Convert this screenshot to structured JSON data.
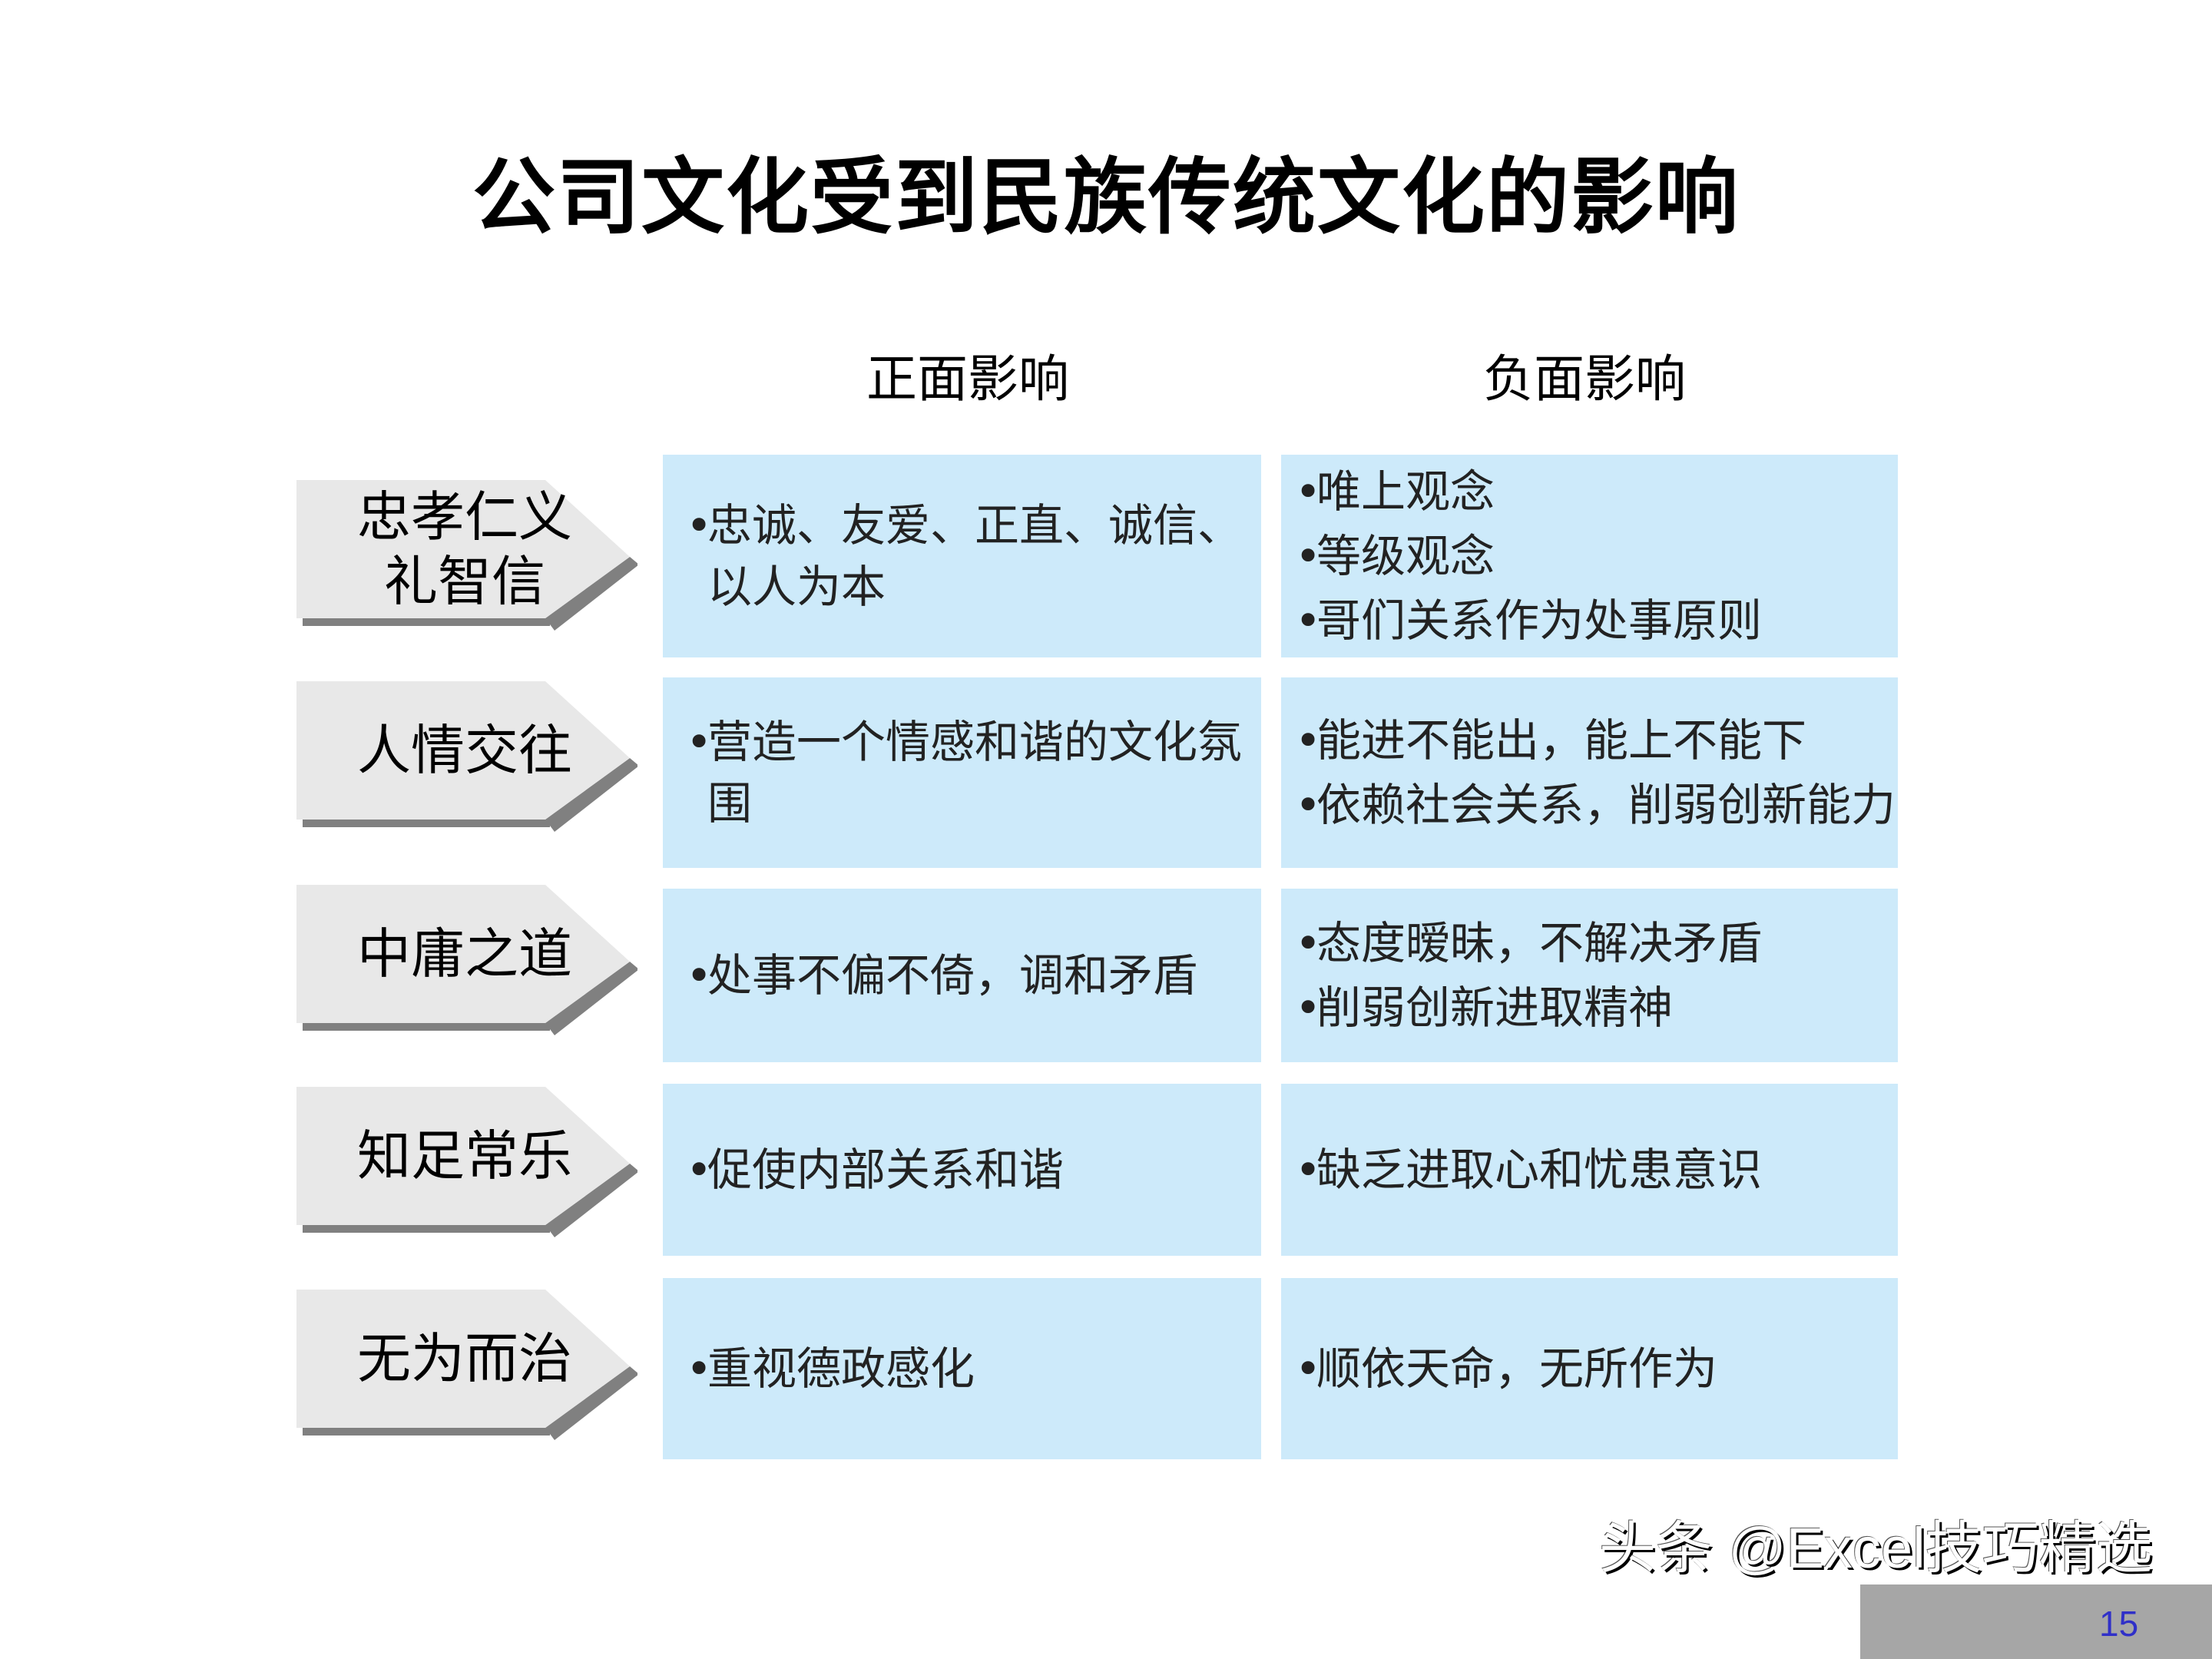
{
  "title": "公司文化受到民族传统文化的影响",
  "headers": {
    "positive": "正面影响",
    "negative": "负面影响"
  },
  "rows": [
    {
      "label": "忠孝仁义礼智信",
      "label_lines": [
        "忠孝仁义",
        "礼智信"
      ],
      "positive": [
        "忠诚、友爱、正直、诚信、以人为本"
      ],
      "negative": [
        "唯上观念",
        "等级观念",
        "哥们关系作为处事原则"
      ]
    },
    {
      "label": "人情交往",
      "label_lines": [
        "人情交往"
      ],
      "positive": [
        "营造一个情感和谐的文化氛围"
      ],
      "negative": [
        "能进不能出，能上不能下",
        "依赖社会关系，削弱创新能力"
      ]
    },
    {
      "label": "中庸之道",
      "label_lines": [
        "中庸之道"
      ],
      "positive": [
        "处事不偏不倚，调和矛盾"
      ],
      "negative": [
        "态度暧昧，不解决矛盾",
        "削弱创新进取精神"
      ]
    },
    {
      "label": "知足常乐",
      "label_lines": [
        "知足常乐"
      ],
      "positive": [
        "促使内部关系和谐"
      ],
      "negative": [
        "缺乏进取心和忧患意识"
      ]
    },
    {
      "label": "无为而治",
      "label_lines": [
        "无为而治"
      ],
      "positive": [
        "重视德政感化"
      ],
      "negative": [
        "顺依天命，无所作为"
      ]
    }
  ],
  "page_number": "15",
  "watermark": "头条 @Excel技巧精选",
  "colors": {
    "cell": "#cdeafa",
    "arrow": "#e8e8e8",
    "arrow_shadow": "#808080",
    "page_box": "#a6a6a6",
    "page_number": "#3030c8"
  }
}
